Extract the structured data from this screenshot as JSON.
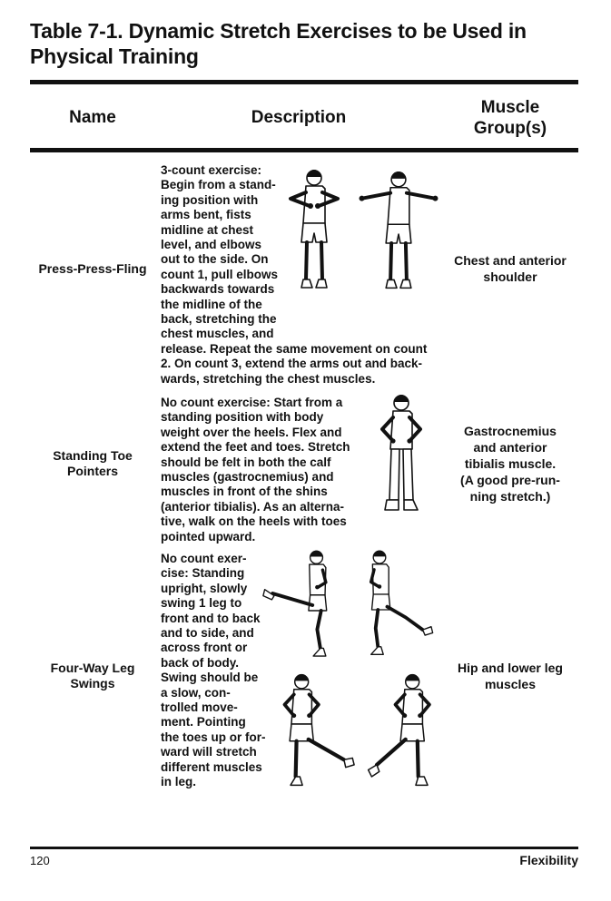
{
  "document": {
    "title": "Table 7-1. Dynamic Stretch Exercises to be Used in\nPhysical Training",
    "footer": {
      "page_number": "120",
      "section": "Flexibility"
    }
  },
  "table": {
    "headers": {
      "name": "Name",
      "description": "Description",
      "muscle": "Muscle\nGroup(s)"
    },
    "rows": [
      {
        "name": "Press-Press-Fling",
        "description": "3-count exercise:\nBegin from a stand-\ning position with\narms bent, fists\nmidline at chest\nlevel, and elbows\nout to the side. On\ncount 1, pull elbows\nbackwards towards\nthe midline of the\nback, stretching the\nchest muscles, and\nrelease. Repeat the same movement on count\n2. On count 3, extend the arms out and back-\nwards, stretching the chest muscles.",
        "muscle": "Chest and anterior\nshoulder",
        "figures": [
          "press-position-figure",
          "fling-position-figure"
        ]
      },
      {
        "name": "Standing Toe\nPointers",
        "description": "No count exercise: Start from a\nstanding position with body\nweight over the heels. Flex and\nextend the feet and toes. Stretch\nshould be felt in both the calf\nmuscles (gastrocnemius) and\nmuscles in front of the shins\n(anterior tibialis). As an alterna-\ntive, walk on the heels with toes\npointed upward.",
        "muscle": "Gastrocnemius\nand anterior\ntibialis muscle.\n(A good pre-run-\nning stretch.)",
        "figures": [
          "standing-toe-pointer-figure"
        ]
      },
      {
        "name": "Four-Way Leg\nSwings",
        "description": "No count exer-\ncise: Standing\nupright, slowly\nswing 1 leg to\nfront and to back\nand to side, and\nacross front or\nback of body.\nSwing should be\na slow, con-\ntrolled move-\nment. Pointing\nthe toes up or for-\nward will stretch\ndifferent muscles\nin leg.",
        "muscle": "Hip and lower leg\nmuscles",
        "figures": [
          "front-leg-swing-figure",
          "back-leg-swing-figure",
          "side-leg-swing-figure",
          "across-body-leg-swing-figure"
        ]
      }
    ]
  }
}
